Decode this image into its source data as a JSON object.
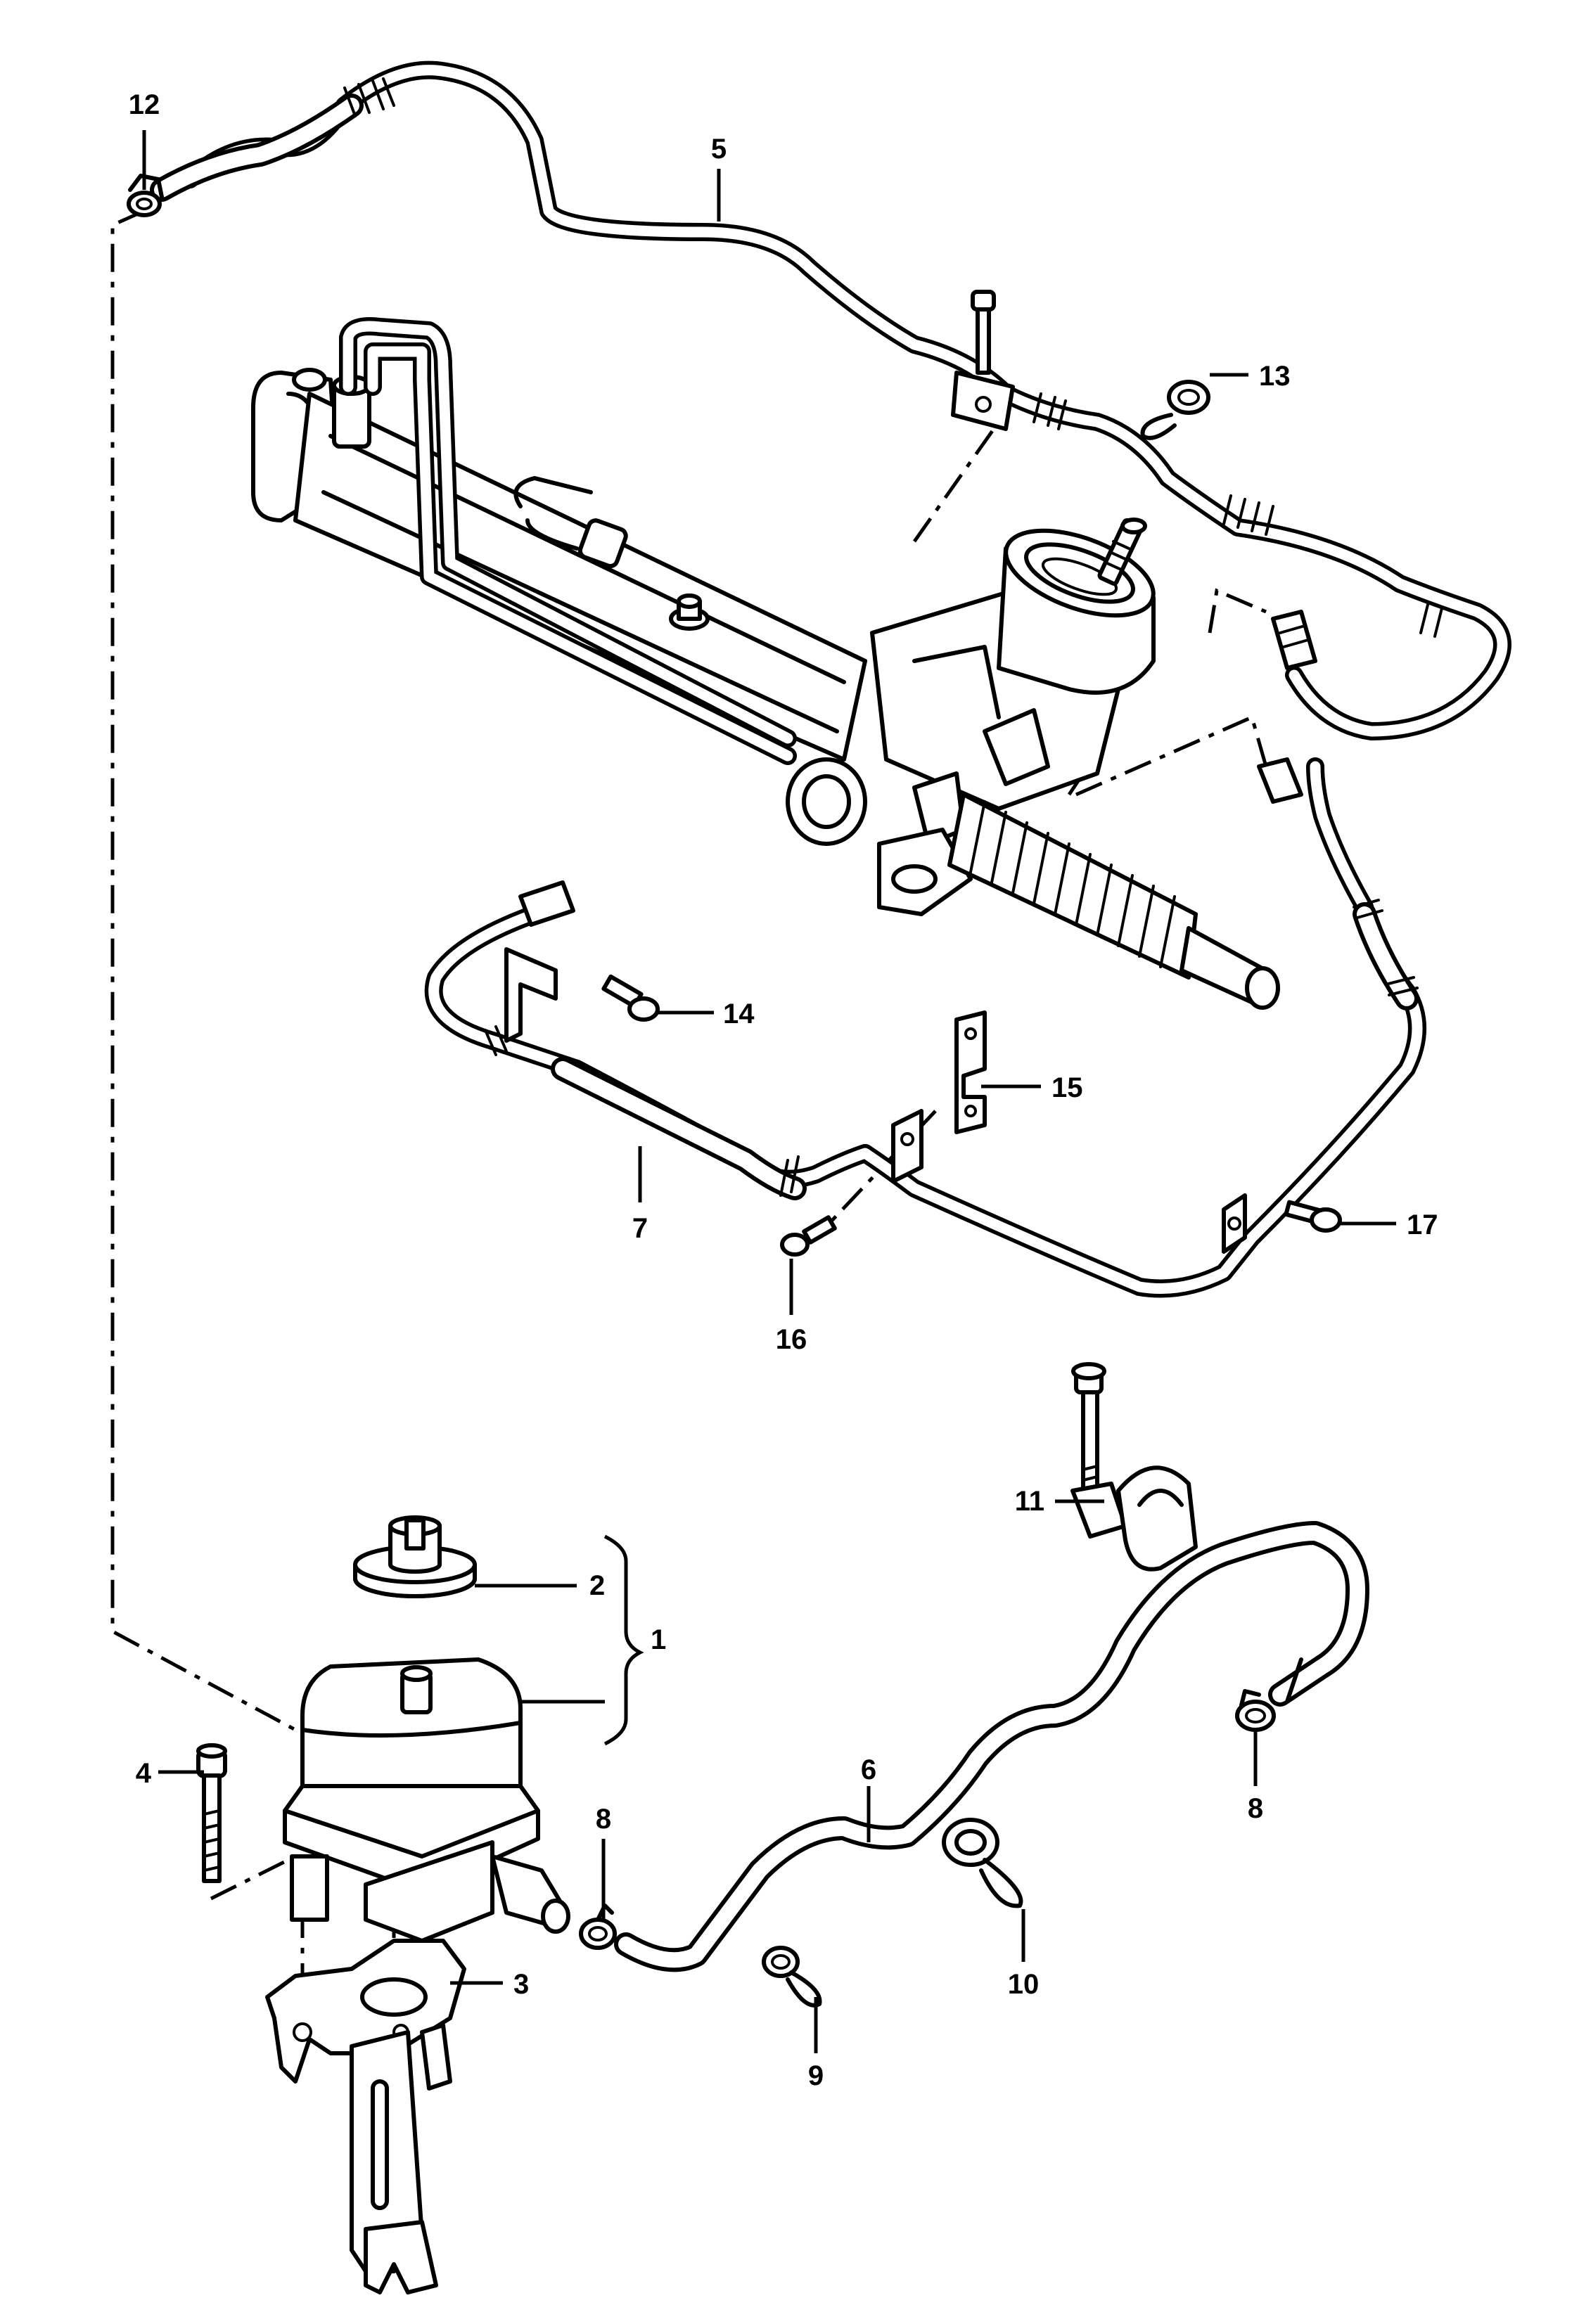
{
  "callouts": {
    "c1": "1",
    "c2": "2",
    "c3": "3",
    "c4": "4",
    "c5": "5",
    "c6": "6",
    "c7": "7",
    "c8a": "8",
    "c8b": "8",
    "c9": "9",
    "c10": "10",
    "c11": "11",
    "c12": "12",
    "c13": "13",
    "c14": "14",
    "c15": "15",
    "c16": "16",
    "c17": "17"
  }
}
